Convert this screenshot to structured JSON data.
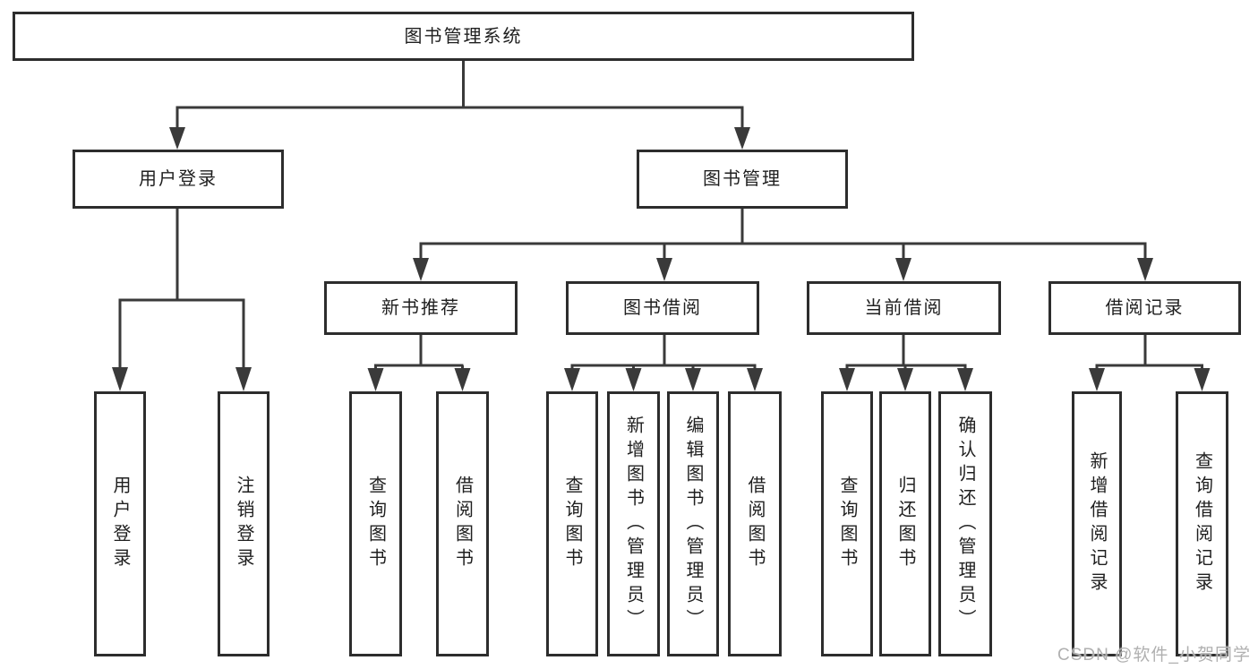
{
  "tree": {
    "label": "图书管理系统",
    "children": [
      {
        "label": "用户登录",
        "children": [
          {
            "label": "用户登录"
          },
          {
            "label": "注销登录"
          }
        ]
      },
      {
        "label": "图书管理",
        "children": [
          {
            "label": "新书推荐",
            "children": [
              {
                "label": "查询图书"
              },
              {
                "label": "借阅图书"
              }
            ]
          },
          {
            "label": "图书借阅",
            "children": [
              {
                "label": "查询图书"
              },
              {
                "label": "新增图书（管理员）"
              },
              {
                "label": "编辑图书（管理员）"
              },
              {
                "label": "借阅图书"
              }
            ]
          },
          {
            "label": "当前借阅",
            "children": [
              {
                "label": "查询图书"
              },
              {
                "label": "归还图书"
              },
              {
                "label": "确认归还（管理员）"
              }
            ]
          },
          {
            "label": "借阅记录",
            "children": [
              {
                "label": "新增借阅记录"
              },
              {
                "label": "查询借阅记录"
              }
            ]
          }
        ]
      }
    ]
  },
  "watermark": {
    "text": "CSDN @软件_小贺同学"
  },
  "colors": {
    "line": "#3a3a3a",
    "box_border": "#2d2d2d",
    "box_fill": "#ffffff",
    "text": "#1f1f1f",
    "watermark": "#b0b0b0",
    "background": "#ffffff"
  }
}
